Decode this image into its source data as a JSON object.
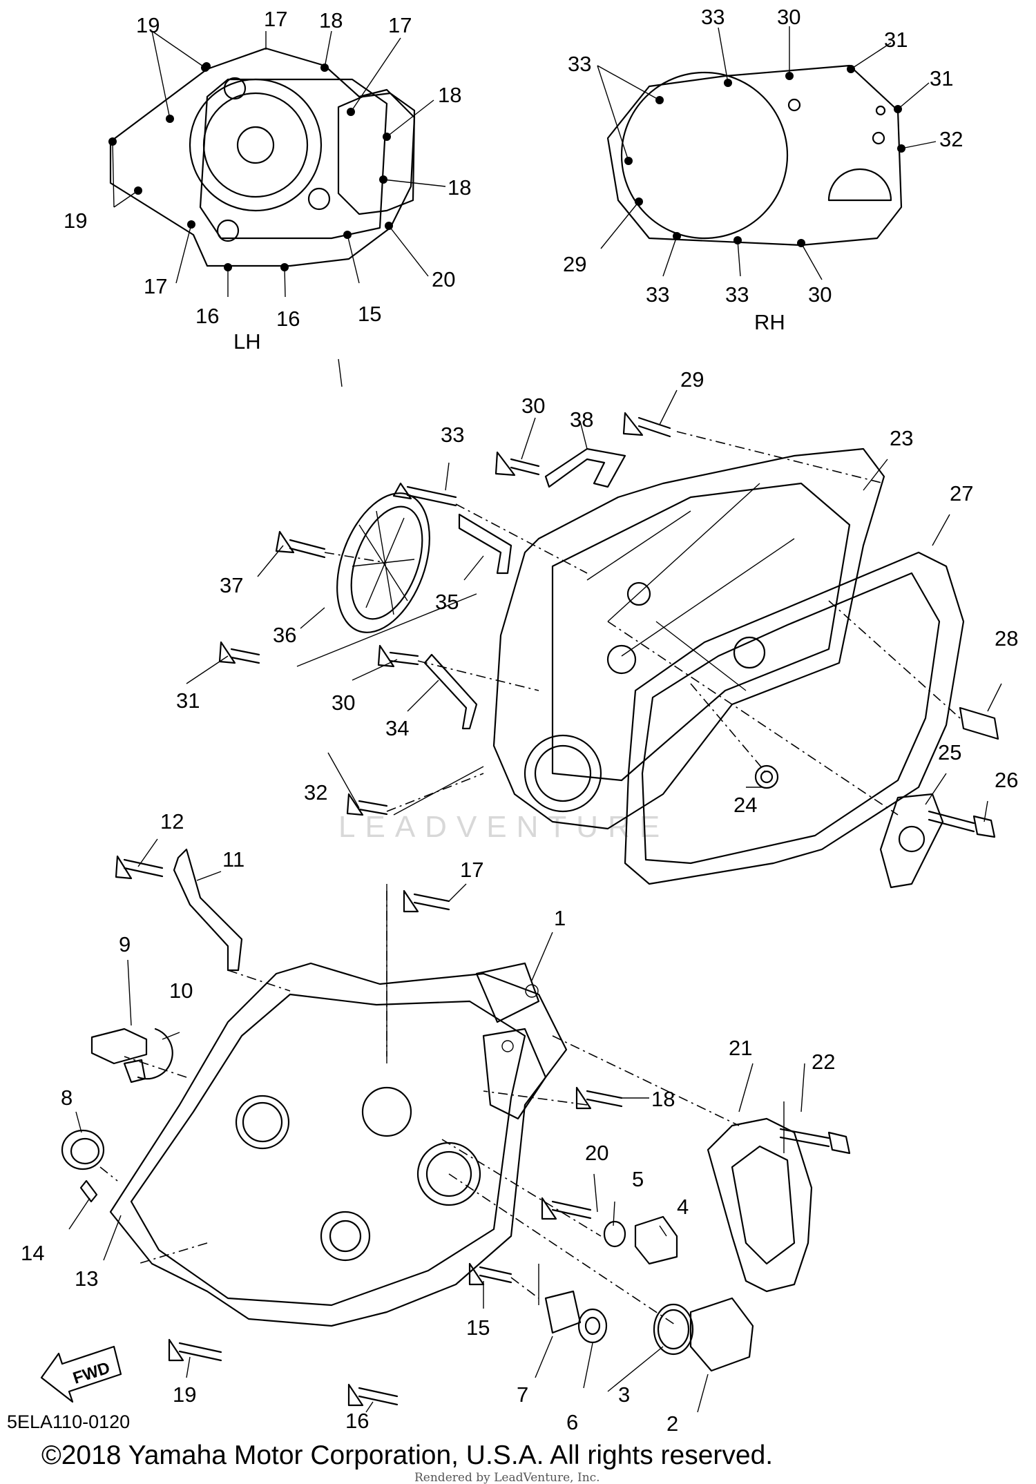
{
  "diagram": {
    "cover_lh_label": "LH",
    "cover_rh_label": "RH",
    "watermark": "LEADVENTURE",
    "fwd_label": "FWD",
    "part_code": "5ELA110-0120",
    "copyright": "©2018 Yamaha Motor Corporation, U.S.A. All rights reserved.",
    "rendered_by": "Rendered by LeadVenture, Inc.",
    "callouts": [
      {
        "id": "lh-19a",
        "text": "19"
      },
      {
        "id": "lh-17a",
        "text": "17"
      },
      {
        "id": "lh-18a",
        "text": "18"
      },
      {
        "id": "lh-17b",
        "text": "17"
      },
      {
        "id": "lh-18b",
        "text": "18"
      },
      {
        "id": "lh-18c",
        "text": "18"
      },
      {
        "id": "lh-19b",
        "text": "19"
      },
      {
        "id": "lh-17c",
        "text": "17"
      },
      {
        "id": "lh-20",
        "text": "20"
      },
      {
        "id": "lh-16a",
        "text": "16"
      },
      {
        "id": "lh-16b",
        "text": "16"
      },
      {
        "id": "lh-15",
        "text": "15"
      },
      {
        "id": "rh-33a",
        "text": "33"
      },
      {
        "id": "rh-30a",
        "text": "30"
      },
      {
        "id": "rh-31a",
        "text": "31"
      },
      {
        "id": "rh-33b",
        "text": "33"
      },
      {
        "id": "rh-31b",
        "text": "31"
      },
      {
        "id": "rh-32",
        "text": "32"
      },
      {
        "id": "rh-29",
        "text": "29"
      },
      {
        "id": "rh-33c",
        "text": "33"
      },
      {
        "id": "rh-33d",
        "text": "33"
      },
      {
        "id": "rh-30b",
        "text": "30"
      },
      {
        "id": "p29",
        "text": "29"
      },
      {
        "id": "p30a",
        "text": "30"
      },
      {
        "id": "p38",
        "text": "38"
      },
      {
        "id": "p33",
        "text": "33"
      },
      {
        "id": "p23",
        "text": "23"
      },
      {
        "id": "p27",
        "text": "27"
      },
      {
        "id": "p37",
        "text": "37"
      },
      {
        "id": "p35",
        "text": "35"
      },
      {
        "id": "p36",
        "text": "36"
      },
      {
        "id": "p28",
        "text": "28"
      },
      {
        "id": "p31",
        "text": "31"
      },
      {
        "id": "p30b",
        "text": "30"
      },
      {
        "id": "p34",
        "text": "34"
      },
      {
        "id": "p32",
        "text": "32"
      },
      {
        "id": "p25",
        "text": "25"
      },
      {
        "id": "p26",
        "text": "26"
      },
      {
        "id": "p24",
        "text": "24"
      },
      {
        "id": "p12",
        "text": "12"
      },
      {
        "id": "p11",
        "text": "11"
      },
      {
        "id": "p17",
        "text": "17"
      },
      {
        "id": "p9",
        "text": "9"
      },
      {
        "id": "p10",
        "text": "10"
      },
      {
        "id": "p1",
        "text": "1"
      },
      {
        "id": "p21",
        "text": "21"
      },
      {
        "id": "p22",
        "text": "22"
      },
      {
        "id": "p18",
        "text": "18"
      },
      {
        "id": "p8",
        "text": "8"
      },
      {
        "id": "p20",
        "text": "20"
      },
      {
        "id": "p5",
        "text": "5"
      },
      {
        "id": "p4",
        "text": "4"
      },
      {
        "id": "p14",
        "text": "14"
      },
      {
        "id": "p13",
        "text": "13"
      },
      {
        "id": "p15",
        "text": "15"
      },
      {
        "id": "p7",
        "text": "7"
      },
      {
        "id": "p19",
        "text": "19"
      },
      {
        "id": "p3",
        "text": "3"
      },
      {
        "id": "p6",
        "text": "6"
      },
      {
        "id": "p16",
        "text": "16"
      },
      {
        "id": "p2",
        "text": "2"
      }
    ]
  }
}
